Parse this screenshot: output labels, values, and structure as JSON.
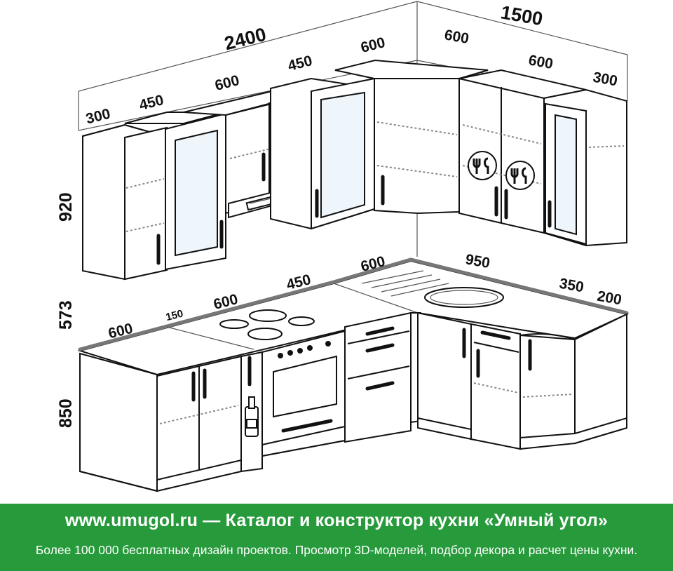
{
  "dimensions": {
    "upper_width_total": "2400",
    "right_width_total": "1500",
    "upper_left_300": "300",
    "upper_450_a": "450",
    "upper_600_hood": "600",
    "upper_450_b": "450",
    "upper_600_corner_left": "600",
    "upper_600_corner_right": "600",
    "upper_600_right": "600",
    "upper_300_right": "300",
    "height_upper": "920",
    "height_gap": "573",
    "height_base": "850",
    "base_600_left": "600",
    "base_150": "150",
    "base_600_hob": "600",
    "base_450": "450",
    "base_600_corner": "600",
    "base_950": "950",
    "base_350": "350",
    "base_200": "200"
  },
  "footer": {
    "title": "www.umugol.ru — Каталог и конструктор кухни «Умный угол»",
    "subtitle": "Более 100 000 бесплатных дизайн проектов. Просмотр 3D-моделей, подбор декора и расчет цены кухни.",
    "background_color": "#279a3b"
  }
}
